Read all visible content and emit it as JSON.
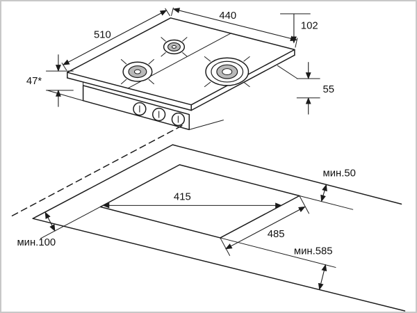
{
  "colors": {
    "line": "#1b1b1b",
    "burner_cap": "#b9b9b9",
    "frame": "#c8c8c8",
    "background": "#ffffff"
  },
  "hob_view": {
    "dims": {
      "width": "510",
      "depth": "440",
      "offset_right": "102",
      "height_front": "47*",
      "height_right": "55"
    }
  },
  "cutout_view": {
    "dims": {
      "cutout_width": "415",
      "cutout_depth": "485",
      "min_to_rear_edge": "мин.50",
      "min_to_side": "мин.100",
      "min_worktop_depth": "мин.585"
    }
  }
}
